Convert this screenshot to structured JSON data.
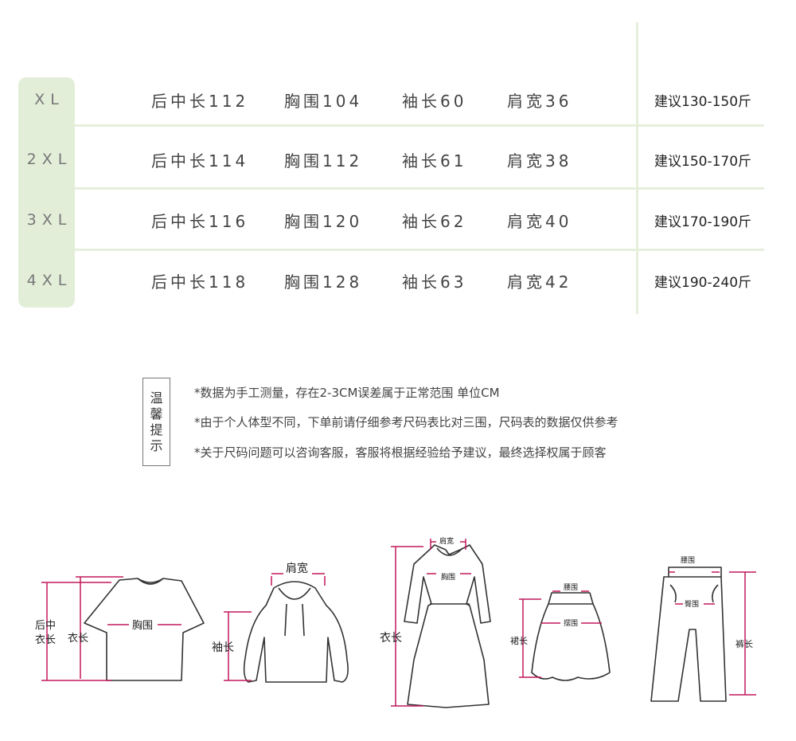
{
  "size_table": {
    "rows": [
      {
        "size": "XL",
        "back_length": "后中长112",
        "chest": "胸围104",
        "sleeve": "袖长60",
        "shoulder": "肩宽36",
        "weight": "建议130-150斤"
      },
      {
        "size": "2XL",
        "back_length": "后中长114",
        "chest": "胸围112",
        "sleeve": "袖长61",
        "shoulder": "肩宽38",
        "weight": "建议150-170斤"
      },
      {
        "size": "3XL",
        "back_length": "后中长116",
        "chest": "胸围120",
        "sleeve": "袖长62",
        "shoulder": "肩宽40",
        "weight": "建议170-190斤"
      },
      {
        "size": "4XL",
        "back_length": "后中长118",
        "chest": "胸围128",
        "sleeve": "袖长63",
        "shoulder": "肩宽42",
        "weight": "建议190-240斤"
      }
    ]
  },
  "tips": {
    "title_chars": [
      "温",
      "馨",
      "提",
      "示"
    ],
    "lines": [
      "*数据为手工测量，存在2-3CM误差属于正常范围    单位CM",
      "*由于个人体型不同，下单前请仔细参考尺码表比对三围，尺码表的数据仅供参考",
      "*关于尺码问题可以咨询客服，客服将根据经验给予建议，最终选择权属于顾客"
    ]
  },
  "diagrams": {
    "tshirt": {
      "back_length": "后中",
      "back_length2": "衣长",
      "length": "衣长",
      "chest": "胸围"
    },
    "hoodie": {
      "shoulder": "肩宽",
      "sleeve": "袖长"
    },
    "dress": {
      "shoulder": "肩宽",
      "chest": "胸围",
      "length": "衣长"
    },
    "skirt": {
      "waist": "腰围",
      "hem": "摆围",
      "length": "裙长"
    },
    "pants": {
      "waist": "腰围",
      "hip": "臀围",
      "length": "裤长"
    }
  },
  "colors": {
    "accent_green": "#e3eed9",
    "measure_line": "#c2185b"
  }
}
